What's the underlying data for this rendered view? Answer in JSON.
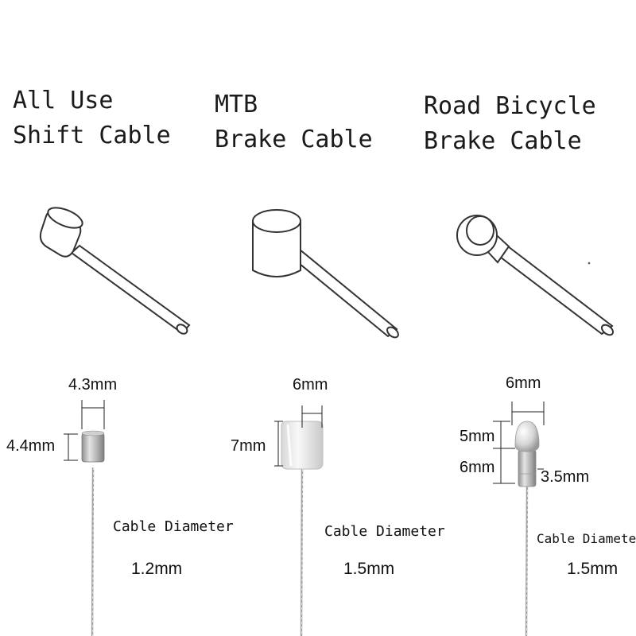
{
  "columns": [
    {
      "id": "shift",
      "title_line1": "All Use",
      "title_line2": "Shift Cable",
      "head_width": "4.3mm",
      "head_height": "4.4mm",
      "diameter_label": "Cable Diameter",
      "diameter_value": "1.2mm"
    },
    {
      "id": "mtb",
      "title_line1": "MTB",
      "title_line2": "Brake Cable",
      "head_width": "6mm",
      "head_height": "7mm",
      "diameter_label": "Cable Diameter",
      "diameter_value": "1.5mm"
    },
    {
      "id": "road",
      "title_line1": "Road Bicycle",
      "title_line2": "Brake Cable",
      "head_width": "6mm",
      "head_top_height": "5mm",
      "head_neck_height": "6mm",
      "head_neck_width": "3.5mm",
      "diameter_label": "Cable Diameter",
      "diameter_value": "1.5mm"
    }
  ],
  "colors": {
    "background": "#ffffff",
    "line": "#333333",
    "metal": "#b5b5b5"
  }
}
